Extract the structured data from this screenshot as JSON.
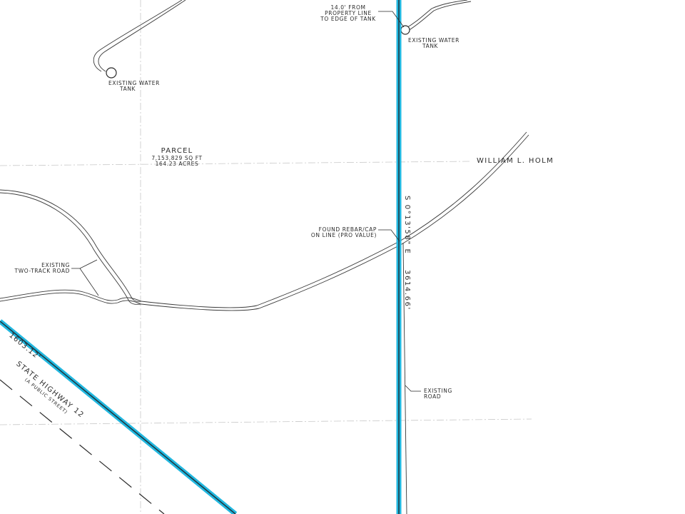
{
  "plat": {
    "parcel": {
      "title": "PARCEL",
      "area_sqft": "7,153,829 SQ FT",
      "area_acres": "164.23 ACRES"
    },
    "owner": "WILLIAM L. HOLM",
    "water_tank_west": {
      "line1": "EXISTING WATER",
      "line2": "TANK"
    },
    "water_tank_east": {
      "line1": "EXISTING WATER",
      "line2": "TANK"
    },
    "tank_offset": {
      "line1": "14.0' FROM",
      "line2": "PROPERTY LINE",
      "line3": "TO EDGE OF TANK"
    },
    "rebar": {
      "line1": "FOUND REBAR/CAP",
      "line2": "ON LINE (PRO VALUE)"
    },
    "two_track": {
      "line1": "EXISTING",
      "line2": "TWO-TRACK ROAD"
    },
    "existing_road": {
      "line1": "EXISTING",
      "line2": "ROAD"
    },
    "east_bearing": "S 0°13'58\" E",
    "east_distance": "3614.66'",
    "sw_distance": "1603.12'",
    "highway": {
      "name": "STATE HIGHWAY 12",
      "note": "(A PUBLIC STREET)"
    },
    "colors": {
      "boundary_highlight": "#22b8e0",
      "linework": "#333333",
      "guide_lines": "#c8c8c8"
    }
  }
}
